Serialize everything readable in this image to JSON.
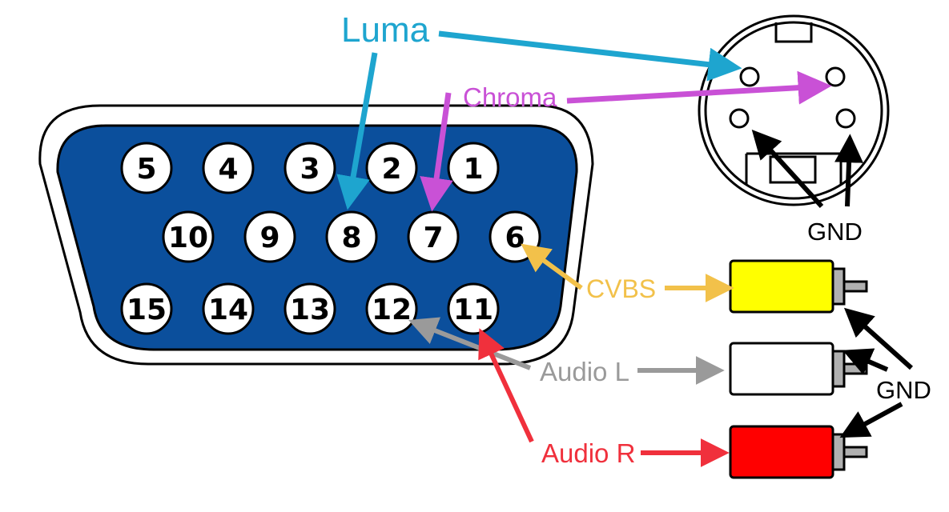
{
  "colors": {
    "luma": "#1ea5cf",
    "chroma": "#c951d6",
    "cvbs": "#f2c14a",
    "audio_l": "#9a9a9a",
    "audio_r": "#f0303c",
    "connector_fill": "#0b4f9c",
    "rca_yellow": "#ffff00",
    "rca_white": "#ffffff",
    "rca_red": "#ff0000",
    "gnd": "#000000"
  },
  "labels": {
    "luma": "Luma",
    "chroma": "Chroma",
    "cvbs": "CVBS",
    "audio_l": "Audio L",
    "audio_r": "Audio R",
    "gnd_svideo": "GND",
    "gnd_rca": "GND"
  },
  "pins": {
    "row1": [
      "5",
      "4",
      "3",
      "2",
      "1"
    ],
    "row2": [
      "10",
      "9",
      "8",
      "7",
      "6"
    ],
    "row3": [
      "15",
      "14",
      "13",
      "12",
      "11"
    ]
  },
  "icons": {
    "vga_connector": "db15-connector-icon",
    "svideo_connector": "mini-din-4-icon",
    "rca_plugs": "rca-plug-icon"
  }
}
